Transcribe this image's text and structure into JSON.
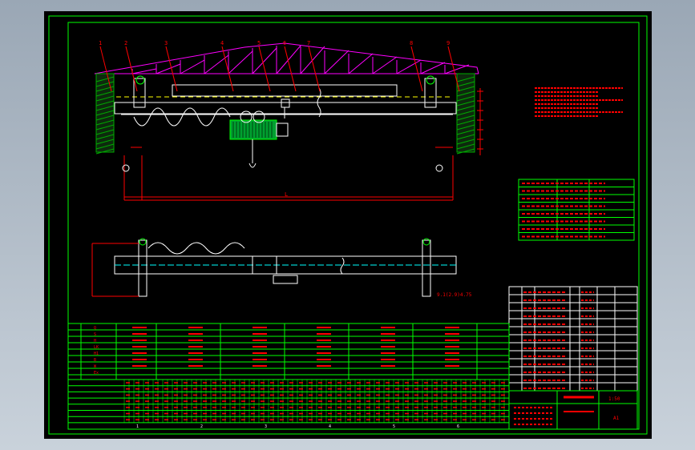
{
  "theme": {
    "background": "#000000",
    "outer": "#aab6c2",
    "border_green": "#00ff00",
    "line_white": "#ffffff",
    "line_red": "#ff0000",
    "truss_magenta": "#ff00ff",
    "motor_green": "#00c040",
    "dash_yellow": "#ffff00",
    "dash_cyan": "#00ffff"
  },
  "drawing": {
    "leader_numbers": [
      "1",
      "2",
      "3",
      "4",
      "5",
      "6",
      "7",
      "8",
      "9"
    ],
    "dimension_labels": {
      "span": "L",
      "bottom_right": "9.1(2.9)4.75"
    }
  },
  "spec_table": {
    "row_headers": [
      "Q",
      "S",
      "H",
      "LK",
      "H1",
      "B",
      "W",
      "Ex"
    ],
    "col_headers": [
      "1",
      "2",
      "3",
      "4",
      "5",
      "6"
    ]
  },
  "title_block": {
    "scale_label": "1:50",
    "sheet_label": "A1"
  }
}
